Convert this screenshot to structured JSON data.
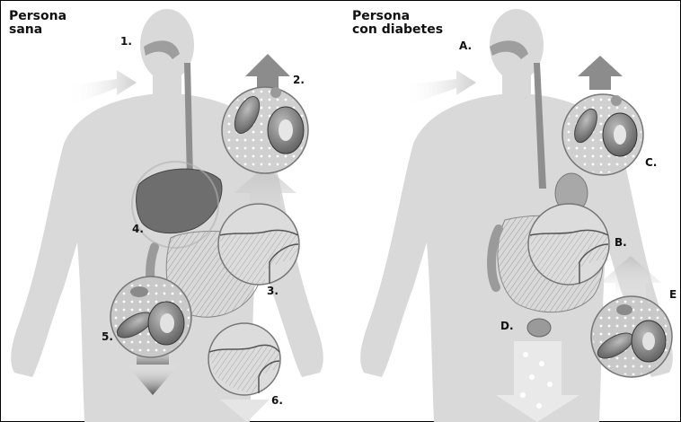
{
  "panels": {
    "left": {
      "title": "Persona\nsana",
      "labels": [
        "1.",
        "2.",
        "3.",
        "4.",
        "5.",
        "6."
      ]
    },
    "right": {
      "title": "Persona\ncon diabetes",
      "labels": [
        "A.",
        "B.",
        "C.",
        "D.",
        "E"
      ]
    }
  },
  "colors": {
    "silhouette": "#d9d9d9",
    "organ": "#a6a6a6",
    "organ_dark": "#6e6e6e",
    "circle_fill": "#cfcfcf",
    "cell_red": "#7b7b7b",
    "arrow_light": "#efefef",
    "arrow_dark": "#6a6a6a"
  }
}
